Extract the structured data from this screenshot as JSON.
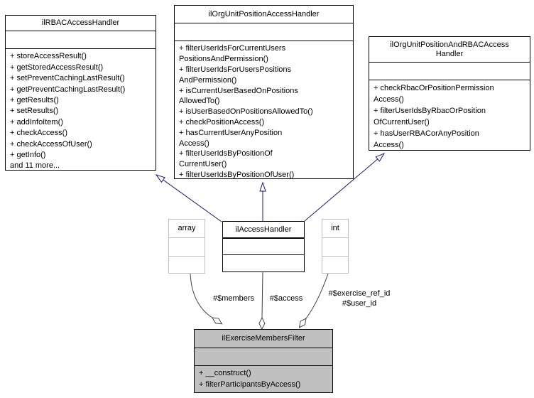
{
  "colors": {
    "inheritance_edge": "#191970",
    "aggregation_edge": "#404040",
    "class_border": "#000000",
    "primitive_border": "#c0c0c0",
    "focus_class_fill": "#c0c0c0",
    "background": "#ffffff",
    "text": "#000000"
  },
  "classes": {
    "rbac": {
      "title": "ilRBACAccessHandler",
      "methods": [
        "+ storeAccessResult()",
        "+ getStoredAccessResult()",
        "+ setPreventCachingLastResult()",
        "+ getPreventCachingLastResult()",
        "+ getResults()",
        "+ setResults()",
        "+ addInfoItem()",
        "+ checkAccess()",
        "+ checkAccessOfUser()",
        "+ getInfo()",
        "and 11 more..."
      ]
    },
    "orgunit": {
      "title": "ilOrgUnitPositionAccessHandler",
      "methods": [
        "+ filterUserIdsForCurrentUsers",
        "PositionsAndPermission()",
        "+ filterUserIdsForUsersPositions",
        "AndPermission()",
        "+ isCurrentUserBasedOnPositions",
        "AllowedTo()",
        "+ isUserBasedOnPositionsAllowedTo()",
        "+ checkPositionAccess()",
        "+ hasCurrentUserAnyPosition",
        "Access()",
        "+ filterUserIdsByPositionOf",
        "CurrentUser()",
        "+ filterUserIdsByPositionOfUser()"
      ]
    },
    "orgrbac": {
      "title": [
        "ilOrgUnitPositionAndRBACAccess",
        "Handler"
      ],
      "methods": [
        "+ checkRbacOrPositionPermission",
        "Access()",
        "+ filterUserIdsByRbacOrPosition",
        "OfCurrentUser()",
        "+ hasUserRBACorAnyPosition",
        "Access()"
      ]
    },
    "array": {
      "title": "array"
    },
    "accesshandler": {
      "title": "ilAccessHandler"
    },
    "int": {
      "title": "int"
    },
    "filter": {
      "title": "ilExerciseMembersFilter",
      "methods": [
        "+ __construct()",
        "+ filterParticipantsByAccess()"
      ]
    }
  },
  "edge_labels": {
    "members": "#$members",
    "access": "#$access",
    "ids": [
      "#$exercise_ref_id",
      "#$user_id"
    ]
  }
}
